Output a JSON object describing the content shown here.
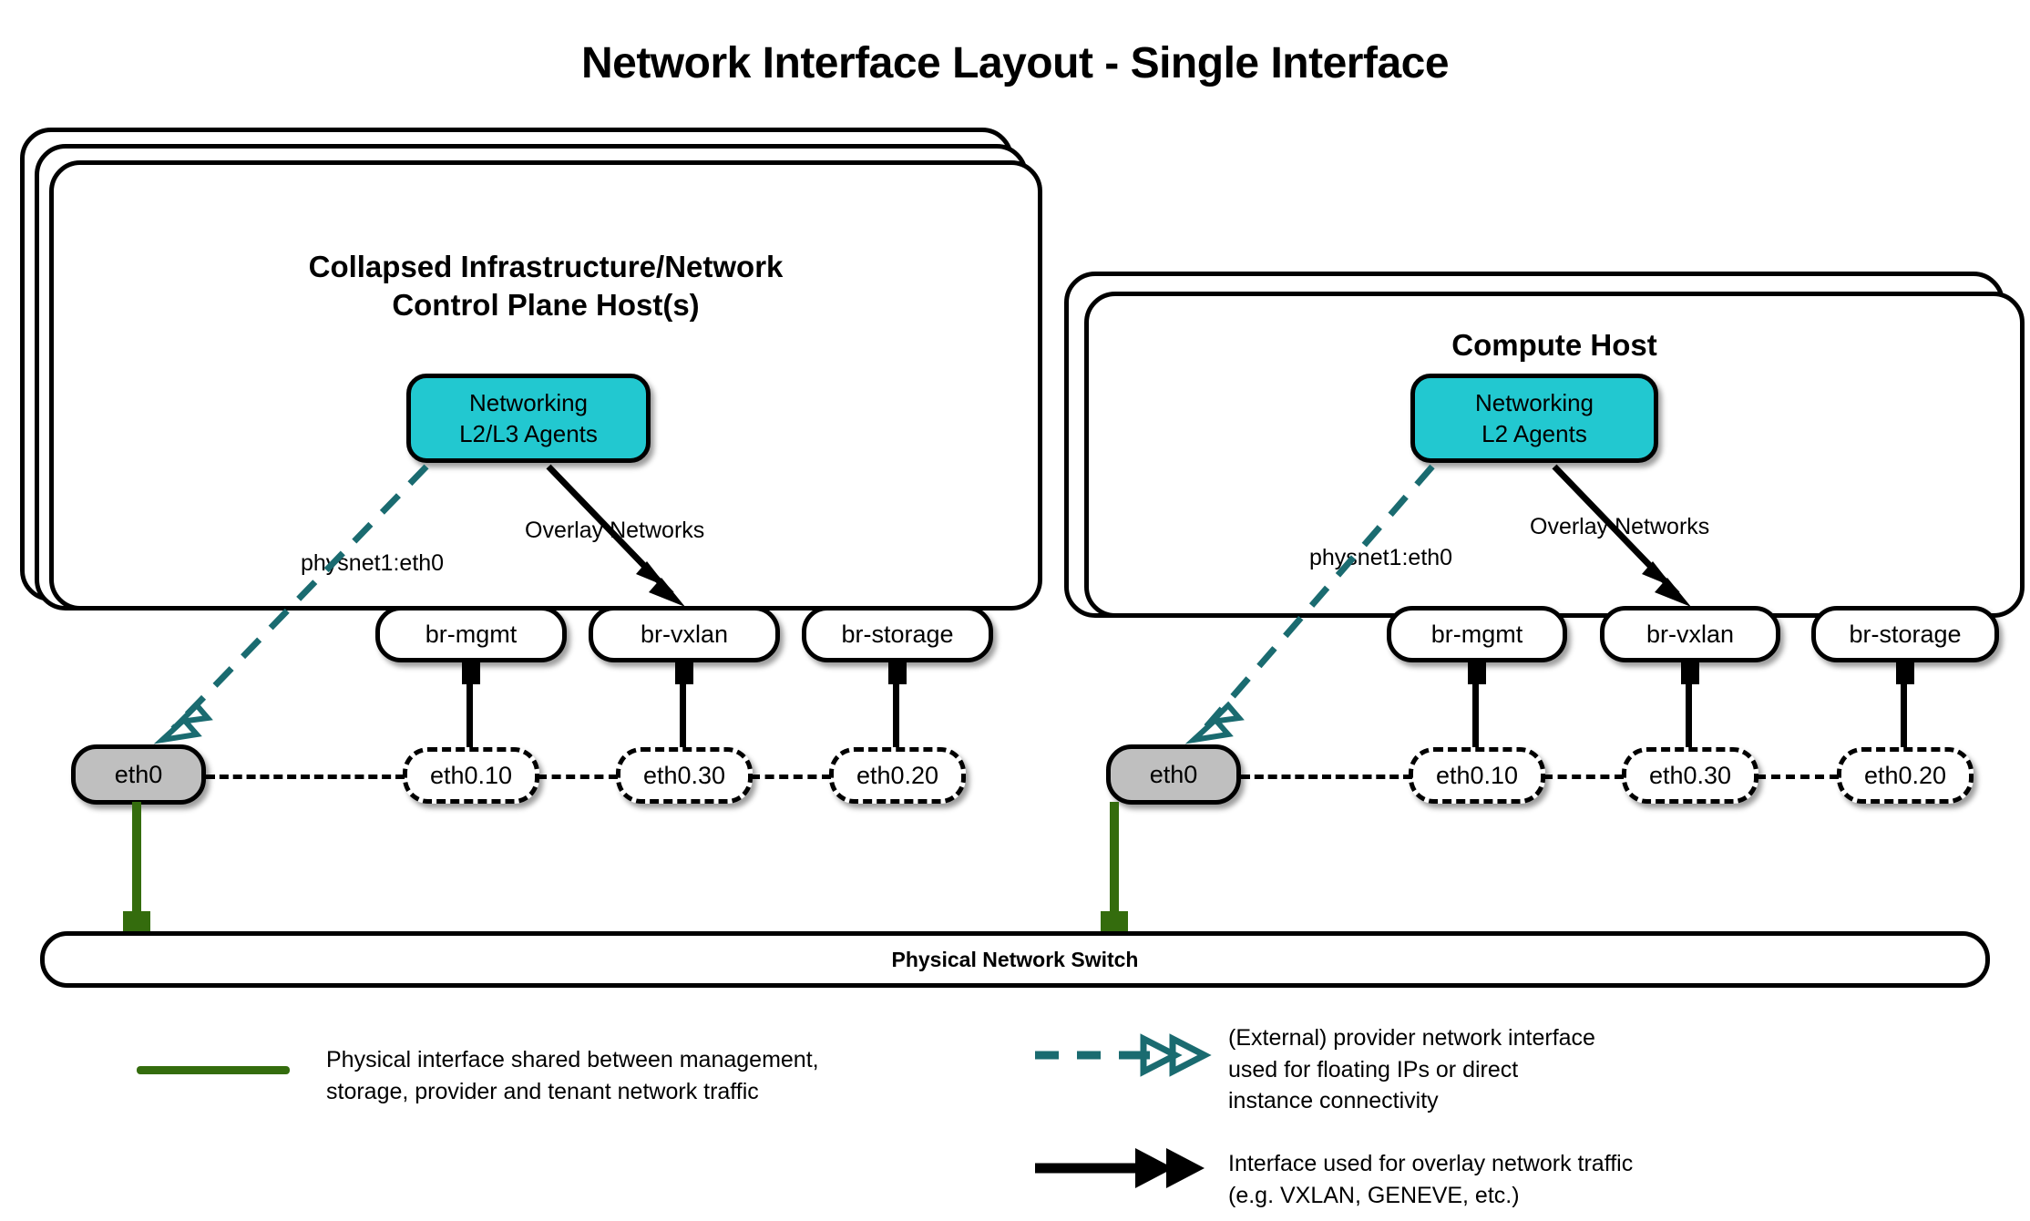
{
  "title": "Network Interface Layout - Single Interface",
  "colors": {
    "agent_fill": "#22c8d0",
    "eth0_fill": "#bfbfbf",
    "provider_teal": "#1a6b70",
    "physical_green": "#346c0d",
    "stroke": "#000000"
  },
  "hosts": [
    {
      "id": "control-plane",
      "title": "Collapsed Infrastructure/Network\nControl Plane Host(s)",
      "stack_layers": 3,
      "agent": {
        "label": "Networking\nL2/L3 Agents"
      },
      "edge_labels": {
        "provider": "physnet1:eth0",
        "overlay": "Overlay Networks"
      },
      "physical_interface": {
        "label": "eth0"
      },
      "bridges": [
        {
          "label": "br-mgmt",
          "vlan": "eth0.10"
        },
        {
          "label": "br-vxlan",
          "vlan": "eth0.30"
        },
        {
          "label": "br-storage",
          "vlan": "eth0.20"
        }
      ]
    },
    {
      "id": "compute",
      "title": "Compute Host",
      "stack_layers": 2,
      "agent": {
        "label": "Networking\nL2 Agents"
      },
      "edge_labels": {
        "provider": "physnet1:eth0",
        "overlay": "Overlay Networks"
      },
      "physical_interface": {
        "label": "eth0"
      },
      "bridges": [
        {
          "label": "br-mgmt",
          "vlan": "eth0.10"
        },
        {
          "label": "br-vxlan",
          "vlan": "eth0.30"
        },
        {
          "label": "br-storage",
          "vlan": "eth0.20"
        }
      ]
    }
  ],
  "switch": {
    "label": "Physical Network Switch"
  },
  "legend": [
    {
      "key": "physical-interface",
      "symbol": "solid-green-line",
      "text": "Physical interface shared between management,\nstorage, provider and tenant network traffic"
    },
    {
      "key": "provider-network",
      "symbol": "dashed-teal-double-arrow",
      "text": "(External) provider network interface\nused for floating IPs or direct\ninstance connectivity"
    },
    {
      "key": "overlay-network",
      "symbol": "solid-black-double-arrow",
      "text": "Interface used for overlay network traffic\n(e.g. VXLAN, GENEVE, etc.)"
    }
  ]
}
